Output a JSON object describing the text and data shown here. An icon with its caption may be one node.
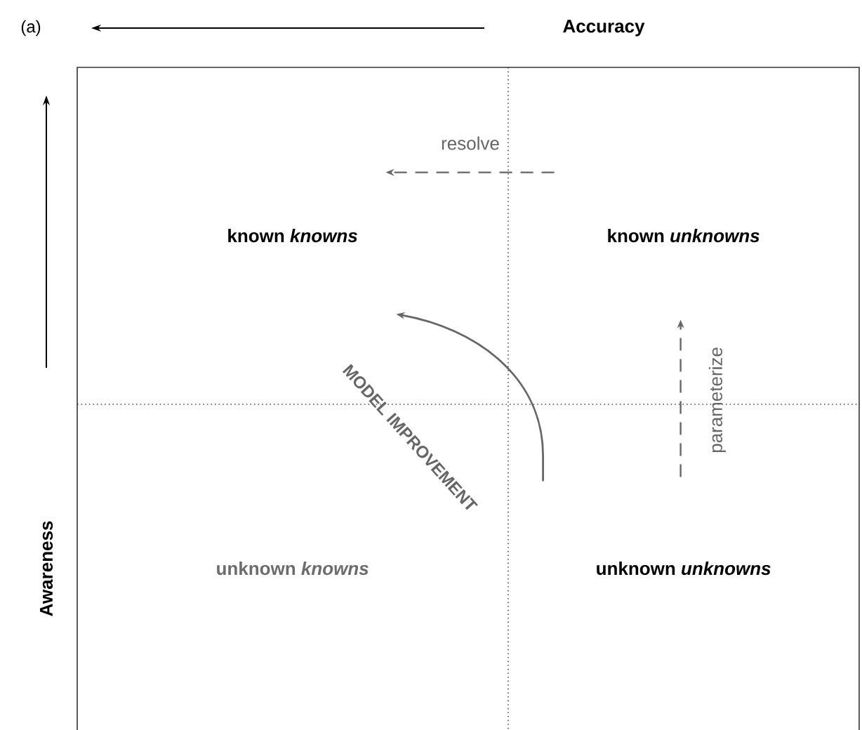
{
  "diagram": {
    "nodes": [
      {
        "text": [],
        "shape": "box"
      },
      {
        "text": [
          "known *knowns*"
        ],
        "in": 0
      },
      {
        "text": [
          "known *unknowns*"
        ],
        "in": 0
      },
      {
        "text": [
          "unknown *knowns*"
        ],
        "in": 0
      },
      {
        "text": [
          "unknown *unknowns*"
        ],
        "in": 0
      }
    ],
    "edges": [
      {
        "from": 2,
        "to": 1,
        "arrow": "to",
        "label": "resolve",
        "style": "dashed"
      },
      {
        "from": 4,
        "to": 2,
        "arrow": "to",
        "label": "parameterize",
        "style": "dashed"
      },
      {
        "from": 4,
        "to": 1,
        "arrow": "to",
        "label": "MODEL IMPROVEMENT"
      }
    ],
    "labels": [
      "(a)",
      "Accuracy",
      "Awareness"
    ]
  }
}
